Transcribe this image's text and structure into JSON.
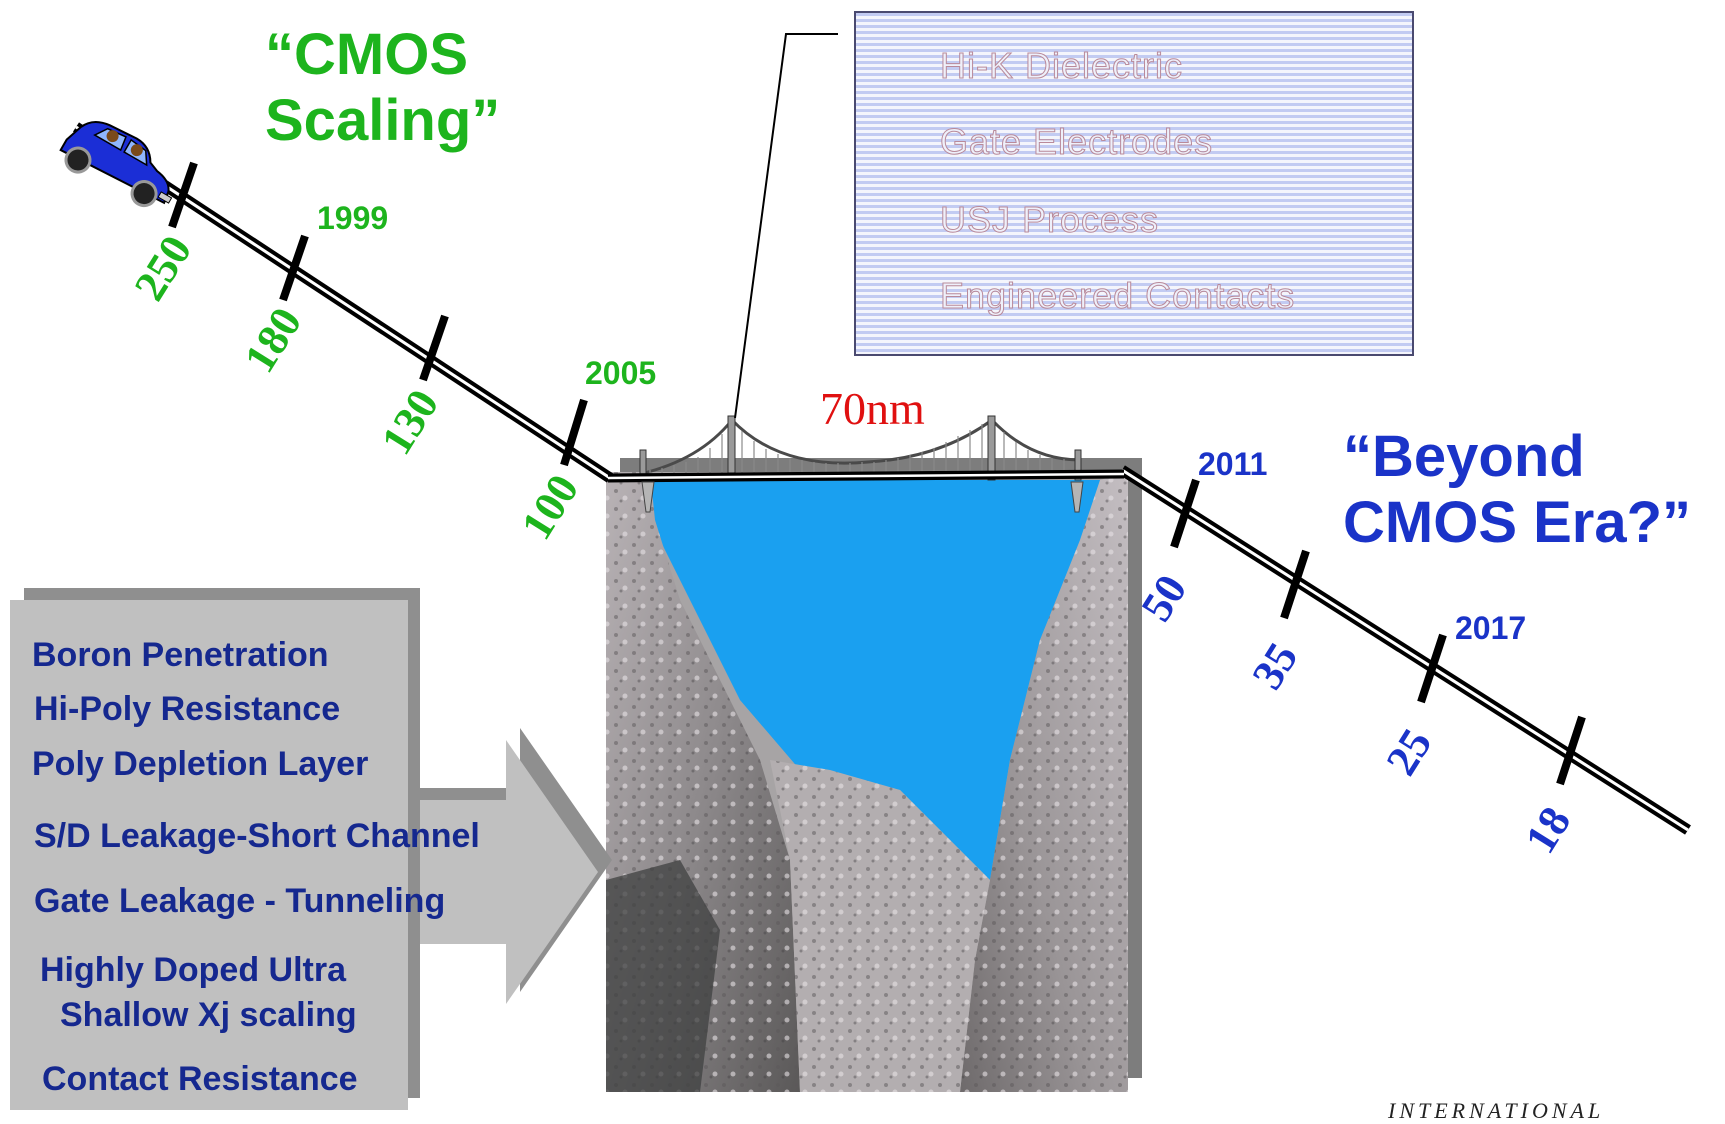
{
  "titles": {
    "cmos_line1": "“CMOS",
    "cmos_line2": "Scaling”",
    "beyond_line1": "“Beyond",
    "beyond_line2": "CMOS Era?”"
  },
  "years": {
    "y1999": "1999",
    "y2005": "2005",
    "y2011": "2011",
    "y2017": "2017"
  },
  "nodes": [
    "250",
    "180",
    "130",
    "100",
    "50",
    "35",
    "25",
    "18"
  ],
  "gap_label": "70nm",
  "materials": [
    "Hi-K Dielectric",
    "Gate Electrodes",
    "USJ Process",
    "Engineered Contacts"
  ],
  "issues": [
    "Boron Penetration",
    "Hi-Poly Resistance",
    "Poly Depletion Layer",
    "S/D Leakage-Short Channel",
    "Gate Leakage - Tunneling",
    "Highly Doped Ultra",
    "Shallow Xj scaling",
    "Contact Resistance"
  ],
  "footer": "INTERNATIONAL",
  "colors": {
    "scaling_green": "#1db41d",
    "beyond_blue": "#1a33c8",
    "gap_red": "#e01010",
    "issue_navy": "#15288f",
    "canyon_sky": "#1aa0f0"
  },
  "icons": [
    "car-icon",
    "bridge-icon",
    "canyon-image",
    "arrow-icon"
  ]
}
